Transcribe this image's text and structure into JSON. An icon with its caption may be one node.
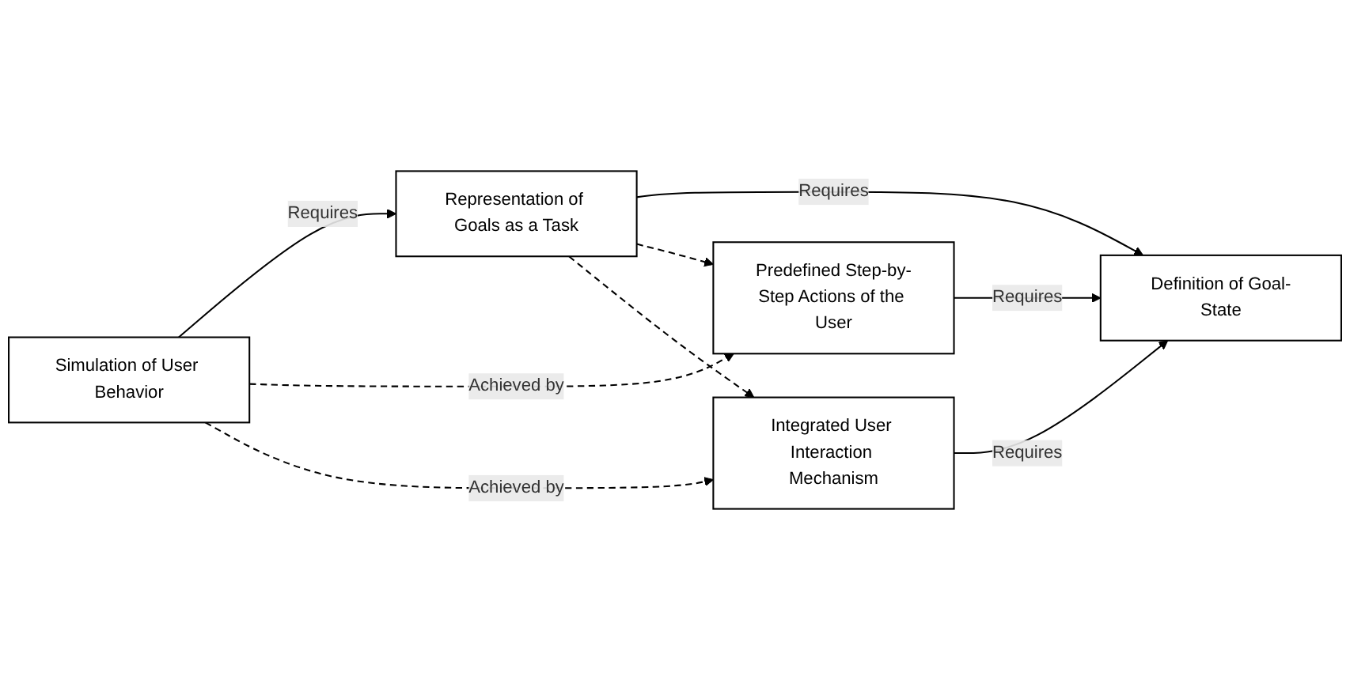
{
  "diagram": {
    "nodes": [
      {
        "text": [
          "Simulation of User Behavior"
        ]
      },
      {
        "text": [
          "Representation of Goals as a Task"
        ]
      },
      {
        "text": [
          "Predefined Step-by-Step Actions of the User"
        ]
      },
      {
        "text": [
          "Definition of Goal-State"
        ]
      },
      {
        "text": [
          "Integrated User Interaction Mechanism"
        ]
      }
    ],
    "edges": [
      {
        "from": 0,
        "to": 1,
        "label": "Requires",
        "arrow": "to"
      },
      {
        "from": 1,
        "to": 3,
        "label": "Requires",
        "arrow": "to"
      },
      {
        "from": 2,
        "to": 3,
        "label": "Requires",
        "arrow": "to"
      },
      {
        "from": 4,
        "to": 3,
        "label": "Requires",
        "arrow": "to"
      },
      {
        "from": 0,
        "to": 2,
        "label": "Achieved by",
        "arrow": "to",
        "style": "dashed"
      },
      {
        "from": 1,
        "to": 2,
        "arrow": "to",
        "style": "dashed"
      },
      {
        "from": 0,
        "to": 4,
        "label": "Achieved by",
        "arrow": "to",
        "style": "dashed"
      },
      {
        "from": 1,
        "to": 4,
        "arrow": "to",
        "style": "dashed"
      }
    ]
  }
}
